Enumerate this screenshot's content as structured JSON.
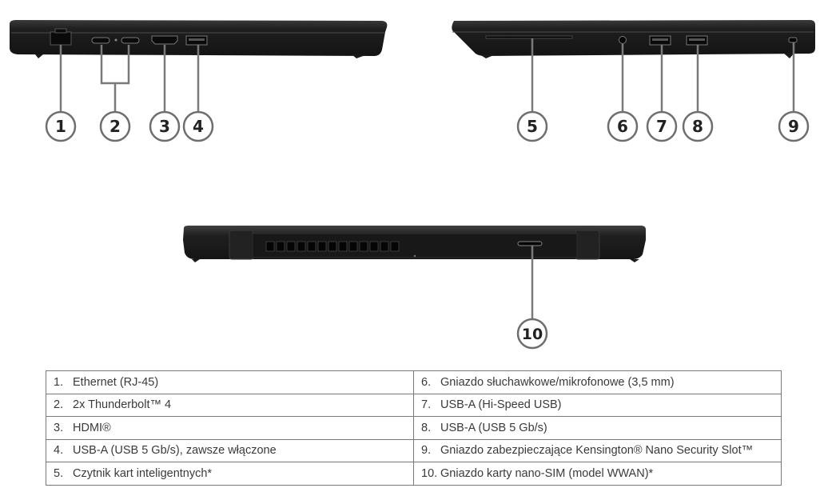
{
  "callouts": [
    "1",
    "2",
    "3",
    "4",
    "5",
    "6",
    "7",
    "8",
    "9",
    "10"
  ],
  "ports_table": {
    "left": [
      {
        "num": "1.",
        "label": "Ethernet (RJ-45)"
      },
      {
        "num": "2.",
        "label": "2x Thunderbolt™ 4"
      },
      {
        "num": "3.",
        "label": "HDMI®"
      },
      {
        "num": "4.",
        "label": "USB-A (USB 5 Gb/s), zawsze włączone"
      },
      {
        "num": "5.",
        "label": "Czytnik kart inteligentnych*"
      }
    ],
    "right": [
      {
        "num": "6.",
        "label": "Gniazdo słuchawkowe/mikrofonowe (3,5 mm)"
      },
      {
        "num": "7.",
        "label": "USB-A (Hi-Speed USB)"
      },
      {
        "num": "8.",
        "label": "USB-A (USB 5 Gb/s)"
      },
      {
        "num": "9.",
        "label": "Gniazdo zabezpieczające Kensington® Nano Security Slot™"
      },
      {
        "num": "10.",
        "label": "Gniazdo karty nano-SIM (model WWAN)*"
      }
    ]
  },
  "colors": {
    "laptop_body": "#1c1c1c",
    "callout_ring": "#6e6e6e",
    "leader_line": "#7a7a7a",
    "table_border": "#7a7a7a",
    "text": "#3a3a3a"
  }
}
